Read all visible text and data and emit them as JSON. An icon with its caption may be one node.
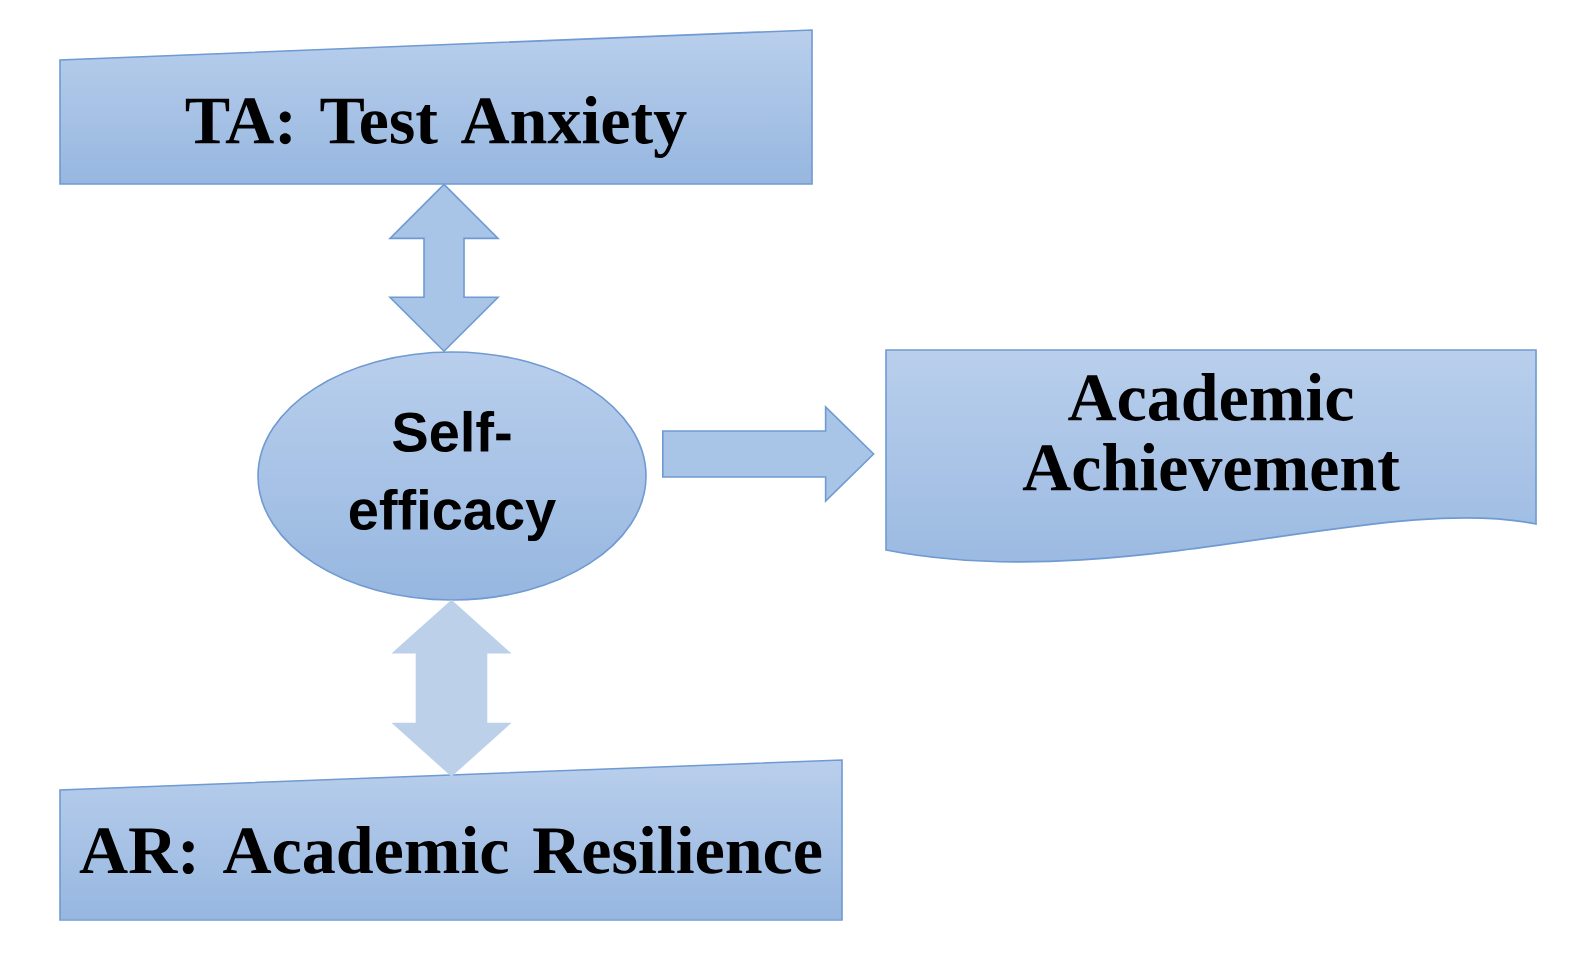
{
  "diagram": {
    "nodes": [
      {
        "text": [
          "TA: Test Anxiety"
        ]
      },
      {
        "text": [
          "Self-efficacy"
        ]
      },
      {
        "text": [
          "Academic Achievement"
        ]
      },
      {
        "text": [
          "AR: Academic Resilience"
        ]
      }
    ],
    "edges": [
      {
        "from": 0,
        "to": 1,
        "arrow": "both"
      },
      {
        "from": 1,
        "to": 2,
        "arrow": "to"
      },
      {
        "from": 1,
        "to": 3,
        "arrow": "both",
        "color": "#bcd0ea"
      }
    ]
  }
}
